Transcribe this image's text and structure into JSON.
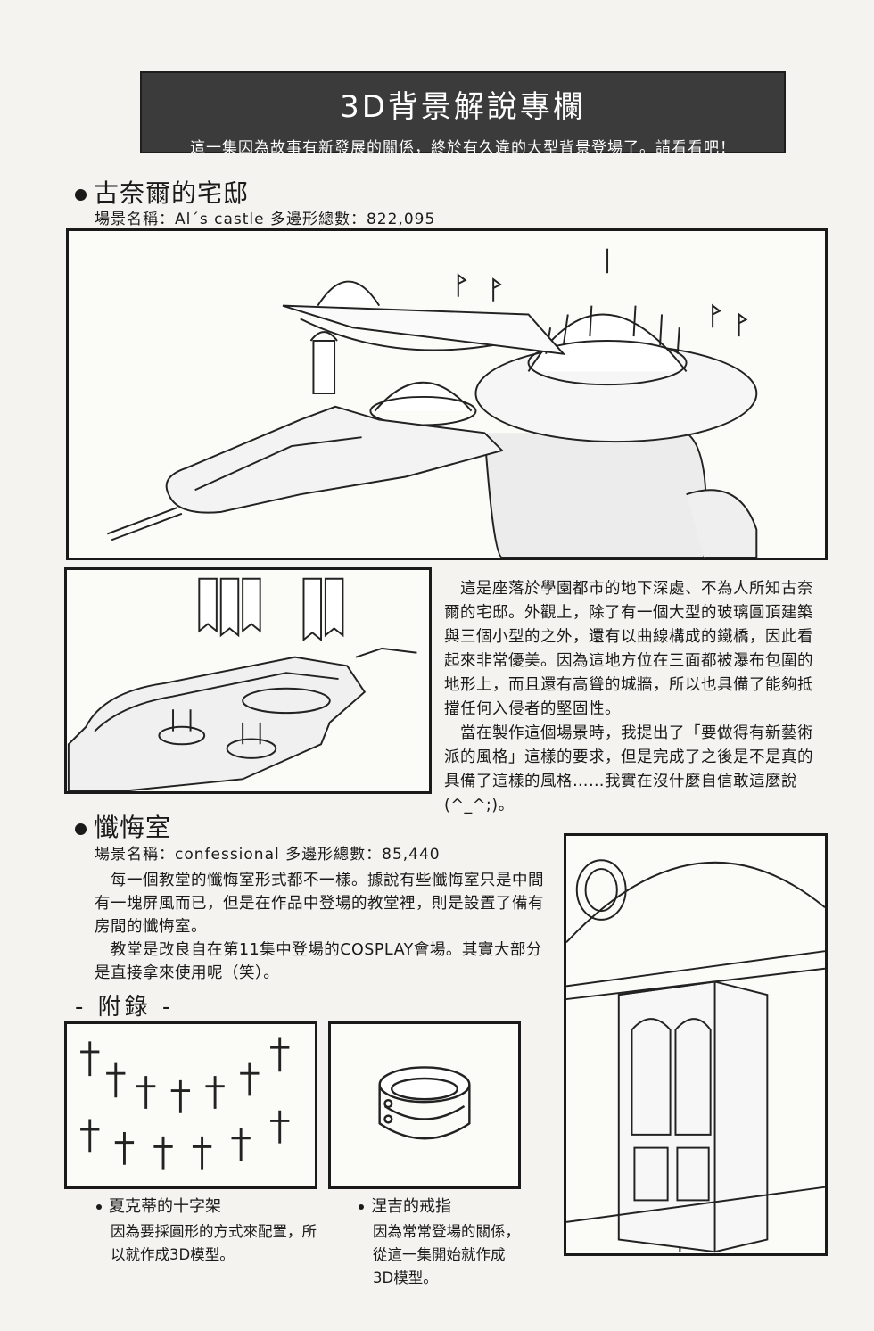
{
  "banner": {
    "title": "3D背景解說專欄",
    "subtitle": "這一集因為故事有新發展的關係，終於有久違的大型背景登場了。請看看吧！"
  },
  "section1": {
    "title": "古奈爾的宅邸",
    "meta": "場景名稱：Al´s castle 多邊形總數：822,095",
    "paragraphs": [
      "　這是座落於學園都市的地下深處、不為人所知古奈爾的宅邸。外觀上，除了有一個大型的玻璃圓頂建築與三個小型的之外，還有以曲線構成的鐵橋，因此看起來非常優美。因為這地方位在三面都被瀑布包圍的地形上，而且還有高聳的城牆，所以也具備了能夠抵擋任何入侵者的堅固性。",
      "　當在製作這個場景時，我提出了「要做得有新藝術派的風格」這樣的要求，但是完成了之後是不是真的具備了這樣的風格……我實在沒什麼自信敢這麼說(^_^;)。"
    ]
  },
  "section2": {
    "title": "懺悔室",
    "meta": "場景名稱：confessional 多邊形總數：85,440",
    "paragraphs": [
      "　每一個教堂的懺悔室形式都不一樣。據說有些懺悔室只是中間有一塊屏風而已，但是在作品中登場的教堂裡，則是設置了備有房間的懺悔室。",
      "　教堂是改良自在第11集中登場的COSPLAY會場。其實大部分是直接拿來使用呢（笑）。"
    ]
  },
  "appendix": {
    "title": "- 附錄 -",
    "item1": {
      "title": "夏克蒂的十字架",
      "body": "因為要採圓形的方式來配置，所以就作成3D模型。"
    },
    "item2": {
      "title": "涅吉的戒指",
      "body": "因為常常登場的關係，從這一集開始就作成3D模型。"
    }
  }
}
